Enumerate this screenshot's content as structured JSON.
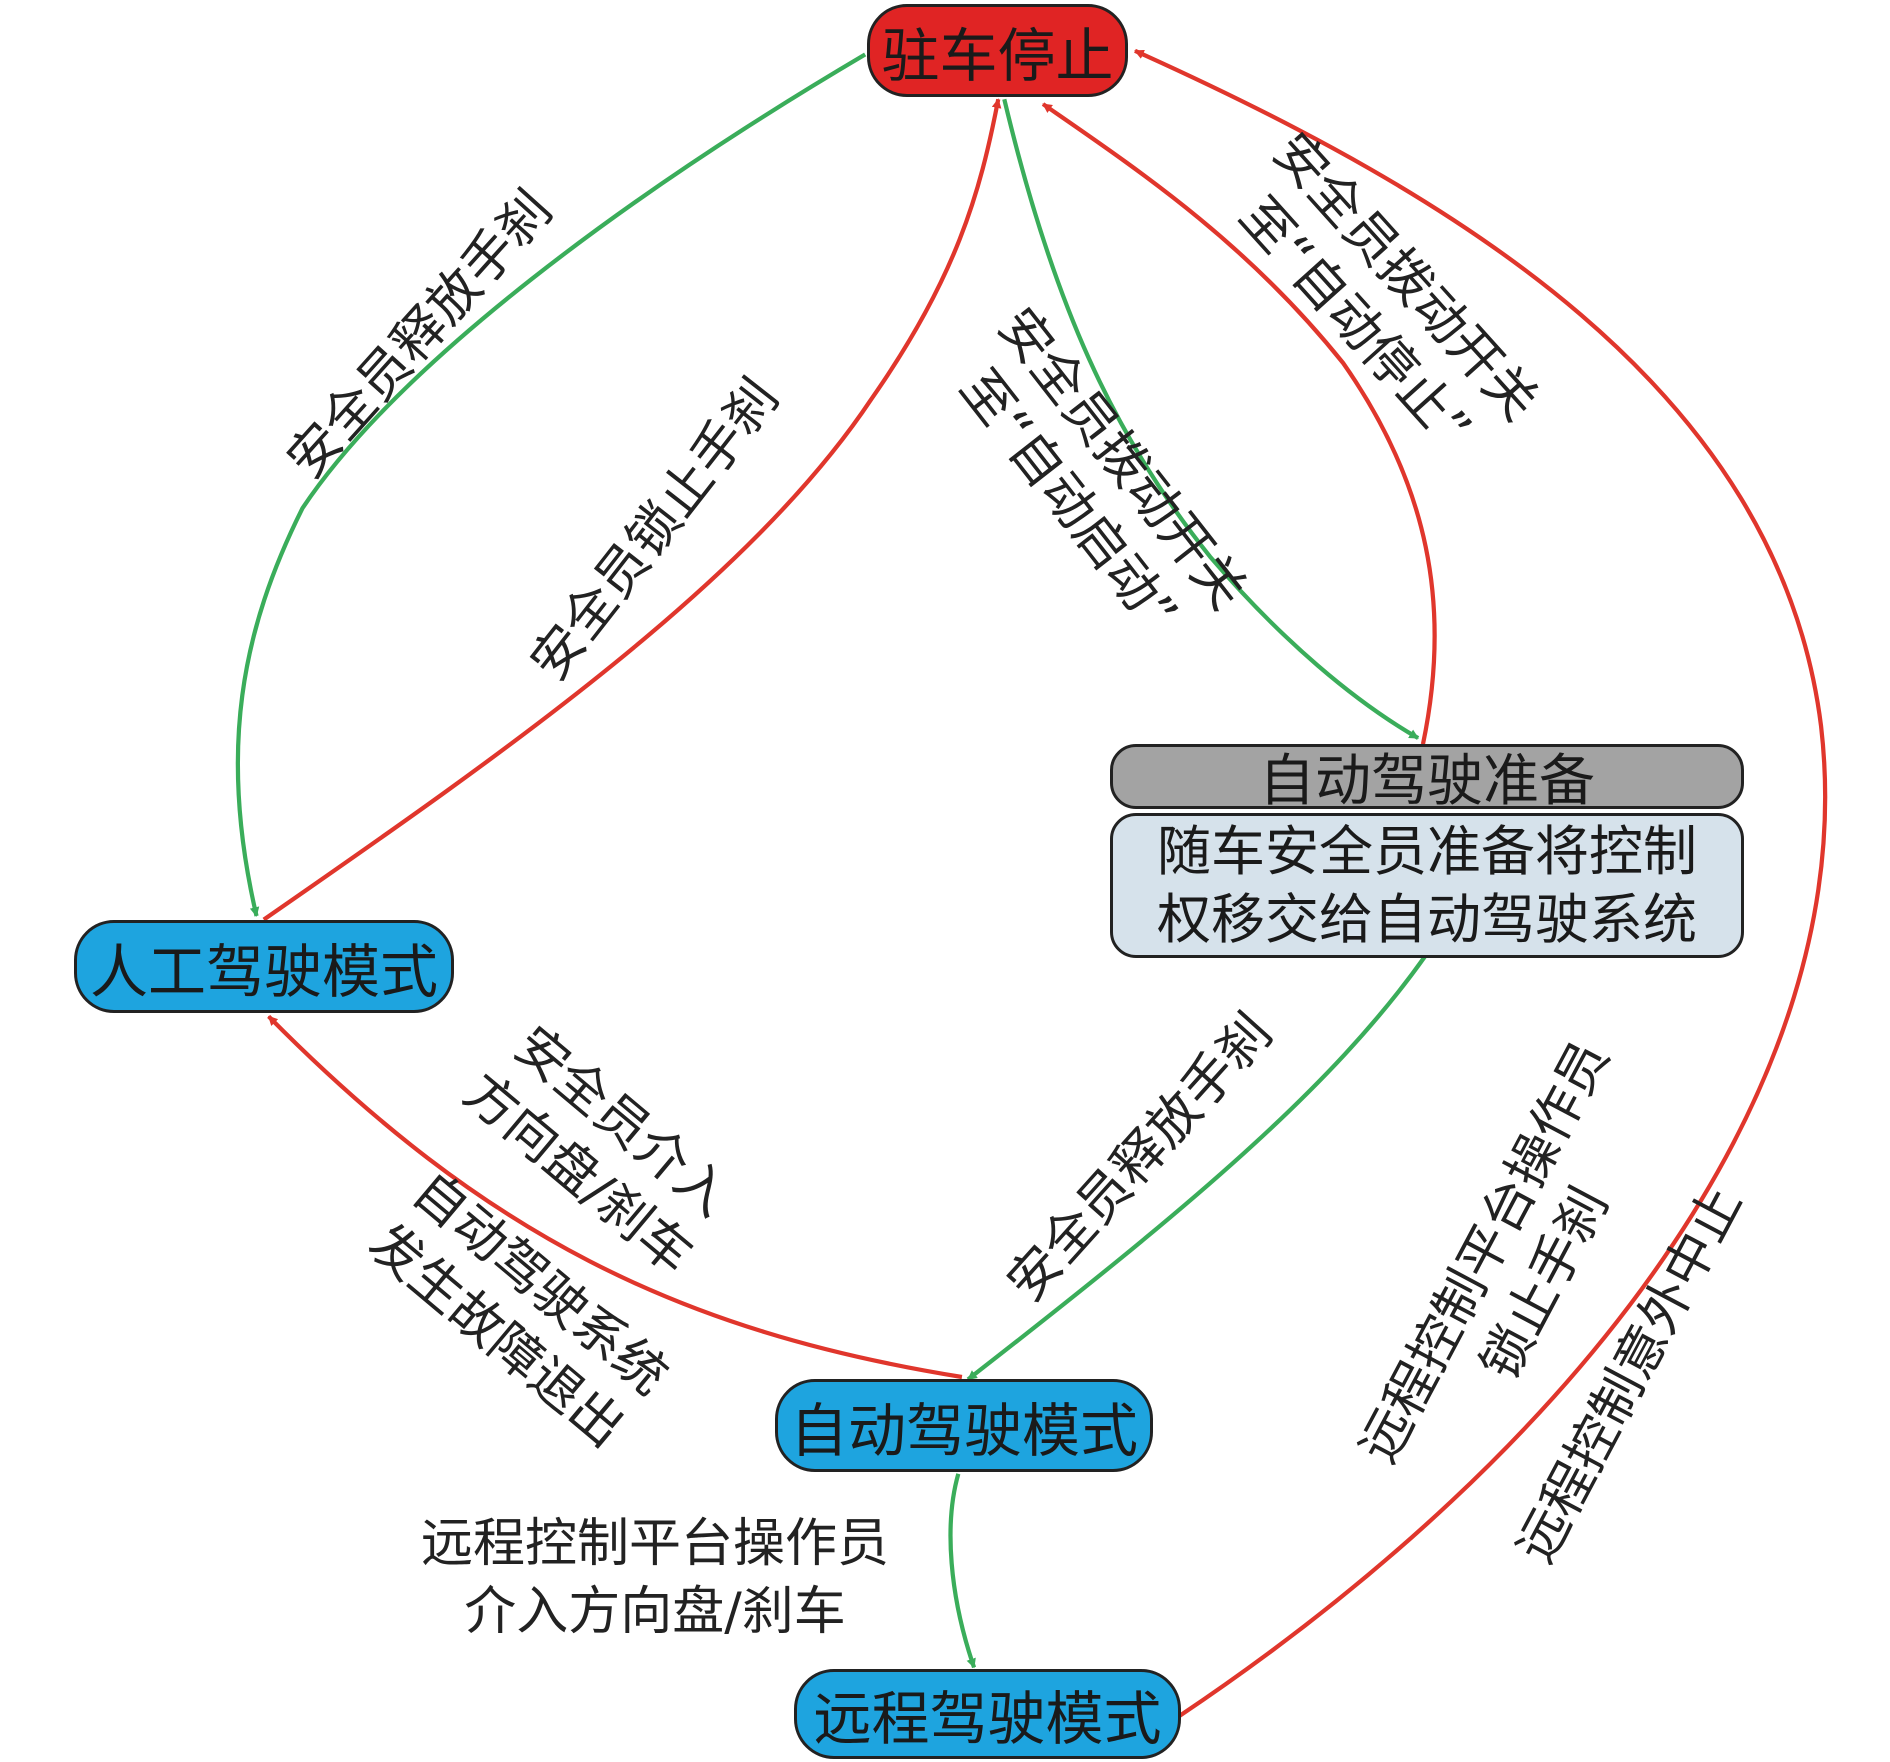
{
  "nodes": {
    "parking_stop": "驻车停止",
    "manual_mode": "人工驾驶模式",
    "auto_prep_title": "自动驾驶准备",
    "auto_prep_desc_line1": "随车安全员准备将控制",
    "auto_prep_desc_line2": "权移交给自动驾驶系统",
    "auto_mode": "自动驾驶模式",
    "remote_mode": "远程驾驶模式"
  },
  "edges": {
    "release_brake_to_manual": "安全员释放手刹",
    "lock_brake_from_manual": "安全员锁止手刹",
    "switch_auto_start_line1": "安全员拨动开关",
    "switch_auto_start_line2": "至“自动启动”",
    "switch_auto_stop_line1": "安全员拨动开关",
    "switch_auto_stop_line2": "至“自动停止”",
    "release_brake_to_auto": "安全员释放手刹",
    "intervene_line1": "安全员介入",
    "intervene_line2": "方向盘/刹车",
    "fault_line1": "自动驾驶系统",
    "fault_line2": "发生故障退出",
    "remote_intervene_line1": "远程控制平台操作员",
    "remote_intervene_line2": "介入方向盘/刹车",
    "remote_lock_line1": "远程控制平台操作员",
    "remote_lock_line2": "锁止手刹",
    "remote_abort": "远程控制意外中止"
  },
  "colors": {
    "normal_transition": "#3aad5a",
    "exit_transition": "#e0362c",
    "stop_node": "#e02424",
    "mode_node": "#1ea4df",
    "prep_header": "#a3a3a3",
    "prep_body": "#d6e2eb"
  }
}
